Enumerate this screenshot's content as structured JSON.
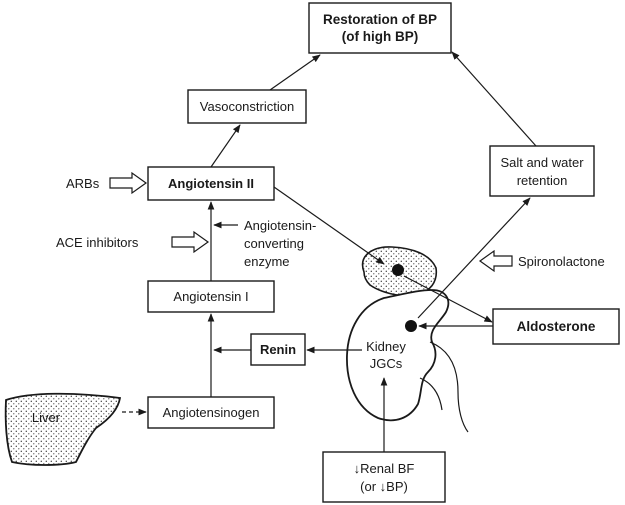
{
  "nodes": {
    "restoration_line1": "Restoration of BP",
    "restoration_line2": "(of high BP)",
    "vasoconstriction": "Vasoconstriction",
    "salt_water_line1": "Salt and water",
    "salt_water_line2": "retention",
    "angiotensin_ii": "Angiotensin II",
    "angiotensin_i": "Angiotensin I",
    "renin": "Renin",
    "angiotensinogen": "Angiotensinogen",
    "aldosterone": "Aldosterone",
    "renal_bf_line1": "↓Renal BF",
    "renal_bf_line2": "(or ↓BP)",
    "liver": "Liver",
    "kidney_line1": "Kidney",
    "kidney_line2": "JGCs"
  },
  "labels": {
    "arbs": "ARBs",
    "ace_inhibitors": "ACE inhibitors",
    "ace_enzyme_line1": "Angiotensin-",
    "ace_enzyme_line2": "converting",
    "ace_enzyme_line3": "enzyme",
    "spironolactone": "Spironolactone"
  }
}
